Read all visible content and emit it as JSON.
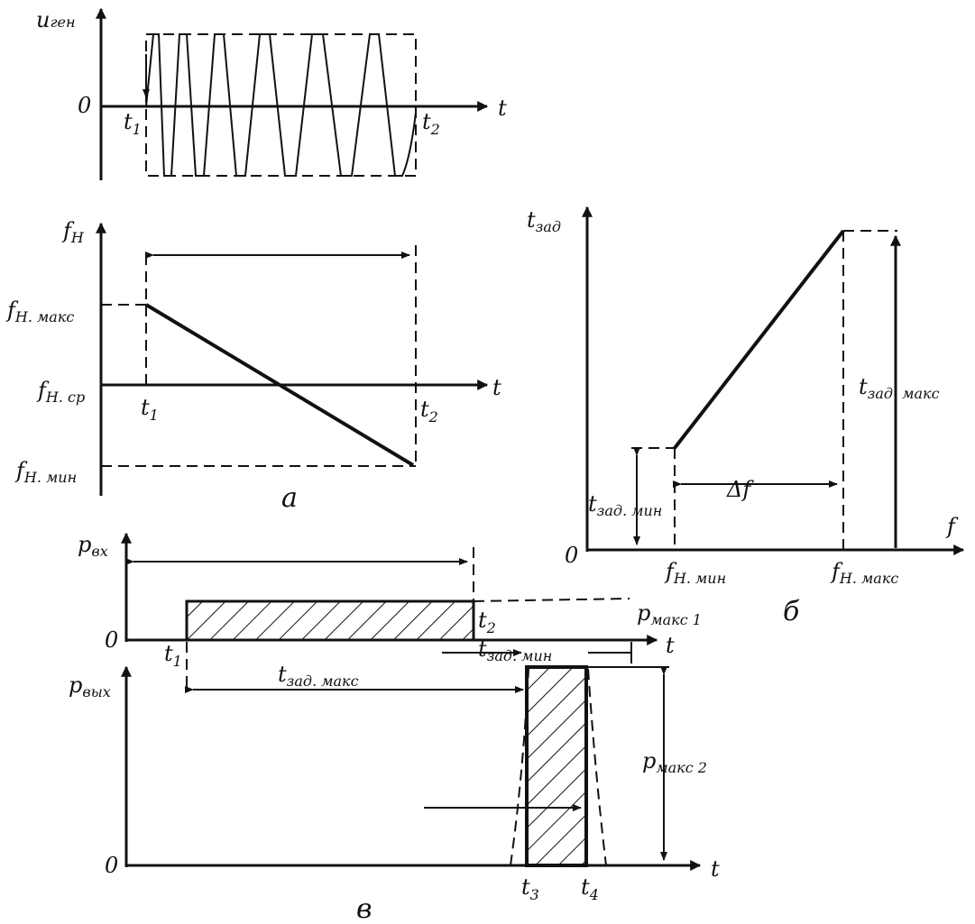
{
  "panel_a": {
    "generator_axis": "u",
    "generator_axis_sub": "ген",
    "freq_axis": "f",
    "freq_axis_sub": "Н",
    "time_axis": "t",
    "zero": "0",
    "t1": "t",
    "t1_sub": "1",
    "t2": "t",
    "t2_sub": "2",
    "f_max": "f",
    "f_max_sub": "Н. макс",
    "f_mid": "f",
    "f_mid_sub": "Н. ср",
    "f_min": "f",
    "f_min_sub": "Н. мин",
    "caption": "а"
  },
  "panel_b": {
    "y_axis": "t",
    "y_axis_sub": "зад",
    "x_axis": "f",
    "zero": "0",
    "t_min": "t",
    "t_min_sub": "зад. мин",
    "t_max": "t",
    "t_max_sub": "зад. макс",
    "delta_f": "Δf",
    "f_min": "f",
    "f_min_sub": "Н. мин",
    "f_max": "f",
    "f_max_sub": "Н. макс",
    "caption": "б"
  },
  "panel_c": {
    "in_axis": "p",
    "in_axis_sub": "вх",
    "out_axis": "p",
    "out_axis_sub": "вых",
    "time_axis": "t",
    "zero": "0",
    "t1": "t",
    "t1_sub": "1",
    "t2": "t",
    "t2_sub": "2",
    "t3": "t",
    "t3_sub": "3",
    "t4": "t",
    "t4_sub": "4",
    "t_max": "t",
    "t_max_sub": "зад. макс",
    "t_min": "t",
    "t_min_sub": "зад. мин",
    "p_max1": "p",
    "p_max1_sub": "макс 1",
    "p_max2": "p",
    "p_max2_sub": "макс 2",
    "caption": "в"
  }
}
